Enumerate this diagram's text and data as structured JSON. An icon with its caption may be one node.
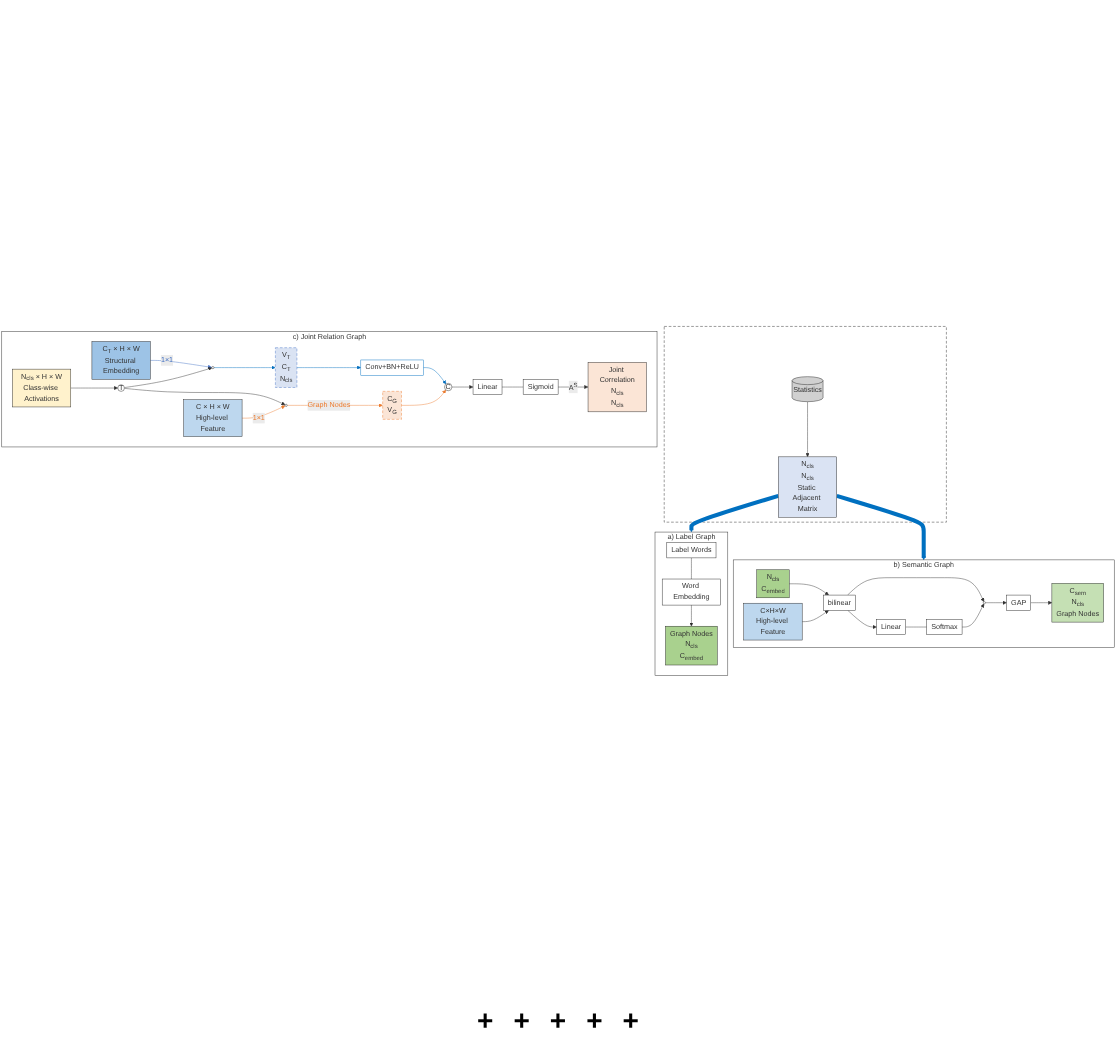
{
  "diagram": {
    "nodes": [
      {
        "text": [
          "a) Label Graph"
        ]
      },
      {
        "text": [
          "Graph Nodes",
          "N$_{cls}$",
          "C$_{embed}$"
        ],
        "in": 0
      },
      {
        "text": [
          "Word Embedding"
        ],
        "in": 0
      },
      {
        "text": [
          "Label Words"
        ],
        "in": 0
      },
      {
        "text": [],
        "shape": "box"
      },
      {
        "text": [
          "Statistics"
        ],
        "in": 4
      },
      {
        "text": [
          "N$_{cls}$",
          "N$_{cls}$",
          "Static Adjacent Matrix"
        ],
        "in": 4
      },
      {
        "text": [
          "b) Semantic Graph"
        ]
      },
      {
        "text": [
          "N$_{cls}$",
          "C$_{embed}$"
        ],
        "in": 7
      },
      {
        "text": [
          "bilinear"
        ],
        "in": 7
      },
      {
        "text": [
          "C×H×W",
          "High-level Feature"
        ],
        "in": 7
      },
      {
        "text": [
          "Linear"
        ],
        "in": 7
      },
      {
        "text": [
          "Softmax"
        ],
        "in": 7
      },
      {
        "text": [],
        "shape": "circle",
        "in": 7
      },
      {
        "text": [
          "GAP"
        ],
        "in": 7
      },
      {
        "text": [
          "C$_{sem}$",
          "N$_{cls}$",
          "Graph Nodes"
        ],
        "in": 7
      },
      {
        "text": [
          "c) Joint Relation Graph"
        ]
      },
      {
        "text": [
          "C$_{T}$ × H × W",
          "Structural Embedding"
        ],
        "in": 16
      },
      {
        "text": [
          "N$_{cls}$ × H × W",
          "Class-wise Activations"
        ],
        "in": 16
      },
      {
        "text": [
          "C × H × W",
          "High-level Feature"
        ],
        "in": 16
      },
      {
        "text": [],
        "shape": "circle",
        "in": 16
      },
      {
        "text": [
          "T"
        ],
        "in": 16
      },
      {
        "text": [],
        "shape": "circle",
        "in": 16
      },
      {
        "text": [
          "V$_{T}$",
          "C$_{T}$",
          "N$_{cls}$"
        ],
        "in": 16
      },
      {
        "text": [
          "C$_{G}$",
          "V$_{G}$"
        ],
        "in": 16
      },
      {
        "text": [
          "Conv+BN+ReLU"
        ],
        "in": 16
      },
      {
        "text": [
          "C"
        ],
        "in": 16
      },
      {
        "text": [
          "Linear"
        ],
        "in": 16
      },
      {
        "text": [
          "Sigmoid"
        ],
        "in": 16
      },
      {
        "text": [
          "Joint Correlation",
          "N$_{cls}$",
          "N$_{cls}$"
        ],
        "in": 16
      }
    ],
    "edges": [
      {
        "from": 3,
        "to": 2,
        "arrow": "none"
      },
      {
        "from": 2,
        "to": 1,
        "arrow": "to"
      },
      {
        "from": 5,
        "to": 6,
        "arrow": "to"
      },
      {
        "from": 6,
        "to": 0,
        "arrow": "to",
        "style": "thick",
        "color": "#0070c0"
      },
      {
        "from": 6,
        "to": 7,
        "arrow": "to",
        "style": "thick",
        "color": "#0070c0"
      },
      {
        "from": 8,
        "to": 9,
        "arrow": "to"
      },
      {
        "from": 10,
        "to": 9,
        "arrow": "to"
      },
      {
        "from": 9,
        "to": 11,
        "arrow": "to"
      },
      {
        "from": 9,
        "to": 13,
        "arrow": "to"
      },
      {
        "from": 11,
        "to": 12,
        "arrow": "none"
      },
      {
        "from": 12,
        "to": 13,
        "arrow": "to"
      },
      {
        "from": 13,
        "to": 14,
        "arrow": "to"
      },
      {
        "from": 14,
        "to": 15,
        "arrow": "to"
      },
      {
        "from": 17,
        "to": 20,
        "arrow": "to",
        "label": "1×1",
        "color": "#4472c4"
      },
      {
        "from": 18,
        "to": 21,
        "arrow": "to"
      },
      {
        "from": 21,
        "to": 20,
        "arrow": "to"
      },
      {
        "from": 21,
        "to": 22,
        "arrow": "to"
      },
      {
        "from": 19,
        "to": 22,
        "arrow": "to",
        "label": "1×1",
        "color": "#ed7d31"
      },
      {
        "from": 20,
        "to": 23,
        "arrow": "to",
        "color": "#0070c0"
      },
      {
        "from": 23,
        "to": 25,
        "arrow": "to",
        "color": "#0070c0"
      },
      {
        "from": 25,
        "to": 26,
        "arrow": "to",
        "color": "#0070c0"
      },
      {
        "from": 22,
        "to": 24,
        "arrow": "to",
        "label": "Graph Nodes",
        "color": "#ed7d31"
      },
      {
        "from": 24,
        "to": 26,
        "arrow": "to",
        "color": "#ed7d31"
      },
      {
        "from": 26,
        "to": 27,
        "arrow": "to"
      },
      {
        "from": 27,
        "to": 28,
        "arrow": "none"
      },
      {
        "from": 28,
        "to": 29,
        "arrow": "to",
        "label": "A$^{S}$"
      }
    ],
    "labels": [
      "+",
      "+",
      "+",
      "+",
      "+"
    ]
  }
}
